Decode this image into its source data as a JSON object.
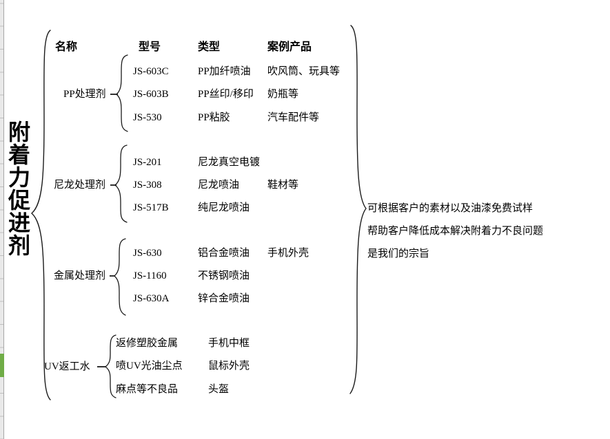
{
  "title": "附着力促进剂",
  "columns": {
    "name": "名称",
    "model": "型号",
    "type": "类型",
    "case": "案例产品"
  },
  "groups": [
    {
      "label": "PP处理剂",
      "rows": [
        {
          "model": "JS-603C",
          "type": "PP加纤喷油",
          "case": "吹风筒、玩具等"
        },
        {
          "model": "JS-603B",
          "type": "PP丝印/移印",
          "case": "奶瓶等"
        },
        {
          "model": "JS-530",
          "type": "PP粘胶",
          "case": "汽车配件等"
        }
      ]
    },
    {
      "label": "尼龙处理剂",
      "rows": [
        {
          "model": "JS-201",
          "type": "尼龙真空电镀",
          "case": ""
        },
        {
          "model": "JS-308",
          "type": "尼龙喷油",
          "case": "鞋材等"
        },
        {
          "model": "JS-517B",
          "type": "纯尼龙喷油",
          "case": ""
        }
      ]
    },
    {
      "label": "金属处理剂",
      "rows": [
        {
          "model": "JS-630",
          "type": "铝合金喷油",
          "case": "手机外壳"
        },
        {
          "model": "JS-1160",
          "type": "不锈钢喷油",
          "case": ""
        },
        {
          "model": "JS-630A",
          "type": "锌合金喷油",
          "case": ""
        }
      ]
    },
    {
      "label": "UV返工水",
      "rows": [
        {
          "model": "",
          "type": "返修塑胶金属",
          "case": "手机中框"
        },
        {
          "model": "",
          "type": "喷UV光油尘点",
          "case": "鼠标外壳"
        },
        {
          "model": "",
          "type": "麻点等不良品",
          "case": "头盔"
        }
      ]
    }
  ],
  "note": {
    "lines": [
      "可根据客户的素材以及油漆免费试样",
      "帮助客户降低成本解决附着力不良问题",
      "是我们的宗旨"
    ]
  },
  "colors": {
    "ink": "#000000",
    "row_indicator_green": "#70ad47",
    "sheet_strip_bg": "#e9e9e9",
    "sheet_strip_line": "#bfbfbf",
    "sheet_strip_border": "#a6a6a6"
  }
}
